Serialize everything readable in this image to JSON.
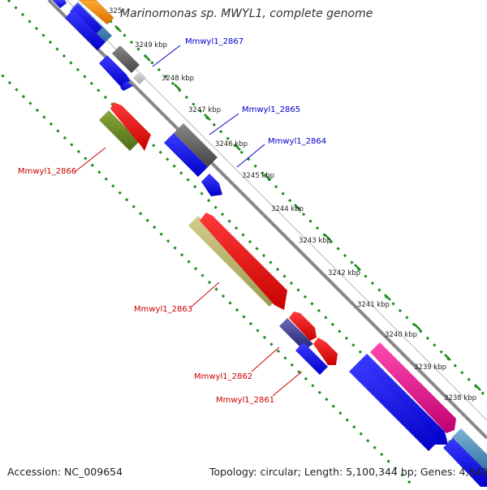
{
  "map": {
    "title": "Marinomonas sp. MWYL1, complete genome",
    "accession": "Accession: NC_009654",
    "summary": "Topology: circular; Length: 5,100,344 bp; Genes: 4,549"
  },
  "ticks": [
    {
      "label": "325"
    },
    {
      "label": "3249 kbp"
    },
    {
      "label": "3248 kbp"
    },
    {
      "label": "3247 kbp"
    },
    {
      "label": "3246 kbp"
    },
    {
      "label": "3245 kbp"
    },
    {
      "label": "3244 kbp"
    },
    {
      "label": "3243 kbp"
    },
    {
      "label": "3242 kbp"
    },
    {
      "label": "3241 kbp"
    },
    {
      "label": "3240 kbp"
    },
    {
      "label": "3239 kbp"
    },
    {
      "label": "3238 kbp"
    }
  ],
  "gene_labels": [
    {
      "text": "Mmwyl1_2867",
      "strand": "forward"
    },
    {
      "text": "Mmwyl1_2865",
      "strand": "forward"
    },
    {
      "text": "Mmwyl1_2864",
      "strand": "forward"
    },
    {
      "text": "Mmwyl1_2866",
      "strand": "reverse"
    },
    {
      "text": "Mmwyl1_2863",
      "strand": "reverse"
    },
    {
      "text": "Mmwyl1_2862",
      "strand": "reverse"
    },
    {
      "text": "Mmwyl1_2861",
      "strand": "reverse"
    }
  ],
  "colors": {
    "forward_label": "#0000cc",
    "reverse_label": "#cc0000",
    "backbone": "#888888",
    "gc_skew": "#1a8a1a",
    "cds_blue": "#0000ee",
    "cds_red": "#ee0000",
    "gray_block": "#666666",
    "olive_block": "#6b8e23",
    "khaki_block": "#bdb76b",
    "pink_block": "#e0188c",
    "orange_block": "#ff8c00",
    "steelblue_block": "#4682b4"
  }
}
